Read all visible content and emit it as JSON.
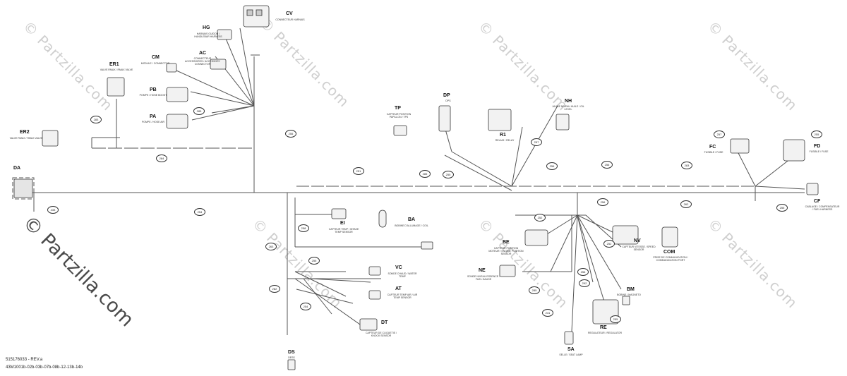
{
  "watermarks": {
    "faint": "© Partzilla.com",
    "main": "© Partzilla.com"
  },
  "connectors": [
    {
      "code": "CV",
      "desc": "CONNECTEUR HARNAIS"
    },
    {
      "code": "HG",
      "desc": "HARNAIS GUIDON / HANDLEBAR HARNESS"
    },
    {
      "code": "AC",
      "desc": "CONNECTEUR ACCESSOIRES / ACCESSORY CONNECTOR"
    },
    {
      "code": "CM",
      "desc": "MODULE / CONNECTOR"
    },
    {
      "code": "ER1",
      "desc": "VALVE RMAX / RMAX VALVE"
    },
    {
      "code": "PB",
      "desc": "POMPE / HOSE BOOST"
    },
    {
      "code": "PA",
      "desc": "POMPE / HOSE AIR"
    },
    {
      "code": "ER2",
      "desc": "VALVE RMAX / RMAX VALVE"
    },
    {
      "code": "DA",
      "desc": ""
    },
    {
      "code": "TP",
      "desc": "CAPTEUR POSITION PAPILLON / TPS"
    },
    {
      "code": "DP",
      "desc": "DPS"
    },
    {
      "code": "NH",
      "desc": "JAUGE NIVEAU HUILE / OIL LEVEL"
    },
    {
      "code": "R1",
      "desc": "RELAIS / RELAY"
    },
    {
      "code": "FC",
      "desc": "FUSIBLE / FUSE"
    },
    {
      "code": "FD",
      "desc": "FUSIBLE / FUSE"
    },
    {
      "code": "CF",
      "desc": "CABLAGE / COMPENSATEUR / FUEL HARNESS"
    },
    {
      "code": "EI",
      "desc": "CAPTEUR TEMP / INTAKE TEMP SENSOR"
    },
    {
      "code": "BA",
      "desc": "BOBINE D'ALLUMAGE / COIL"
    },
    {
      "code": "VC",
      "desc": "SONDE CHAUD / WATER TEMP"
    },
    {
      "code": "AT",
      "desc": "CAPTEUR TEMP AIR / AIR TEMP SENSOR"
    },
    {
      "code": "DT",
      "desc": "CAPTEUR DE CLIQUETIS / KNOCK SENSOR"
    },
    {
      "code": "DS",
      "desc": "DESS"
    },
    {
      "code": "BE",
      "desc": "CAPTEUR POSITION MOTEUR / ENGINE POSITION SENSOR"
    },
    {
      "code": "NE",
      "desc": "SONDE NIVEAU ESSENCE / FUEL GAUGE"
    },
    {
      "code": "NV",
      "desc": "CAPTEUR VITESSE / SPEED SENSOR"
    },
    {
      "code": "COM",
      "desc": "PRISE DE COMMUNICATION / COMMUNICATION PORT"
    },
    {
      "code": "BM",
      "desc": "BOBINE / MAGNETO"
    },
    {
      "code": "RE",
      "desc": "REGULATEUR / REGULATOR"
    },
    {
      "code": "SA",
      "desc": "SELLE / SEAT LAMP"
    }
  ],
  "branch_labels": [
    "283",
    "255",
    "284",
    "285",
    "254",
    "251",
    "285",
    "255",
    "257",
    "256",
    "256",
    "283",
    "257",
    "255",
    "262",
    "255",
    "256",
    "258",
    "263",
    "255",
    "282",
    "254",
    "252",
    "252",
    "256",
    "292",
    "285",
    "241",
    "255",
    "433"
  ],
  "footer": {
    "part_number": "515176033 - REV.a",
    "diagram_id": "43M1001b-02b-03b-07b-08b-12-13b-14b"
  }
}
